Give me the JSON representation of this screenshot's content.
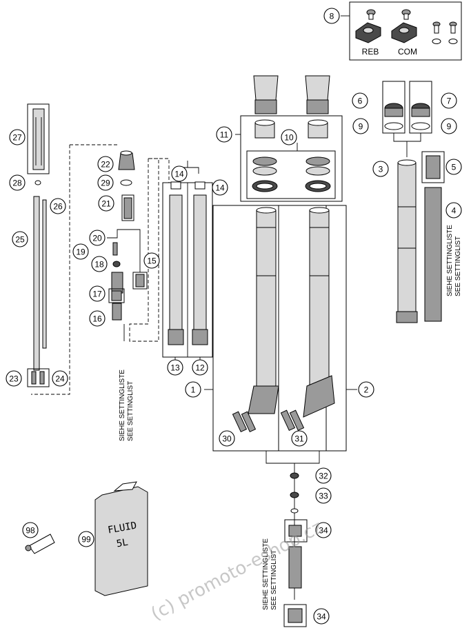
{
  "callouts": [
    "1",
    "2",
    "3",
    "4",
    "5",
    "6",
    "7",
    "8",
    "9",
    "9",
    "10",
    "11",
    "12",
    "13",
    "14",
    "14",
    "15",
    "16",
    "17",
    "18",
    "19",
    "20",
    "21",
    "22",
    "23",
    "24",
    "25",
    "26",
    "27",
    "28",
    "29",
    "30",
    "31",
    "32",
    "33",
    "34",
    "34",
    "98",
    "99"
  ],
  "kit_labels": {
    "reb": "REB",
    "com": "COM"
  },
  "setting_notes": {
    "line1": "SIEHE SETTINGLISTE",
    "line2": "SEE SETTINGLIST"
  },
  "fluid_can": {
    "line1": "FLUID",
    "line2": "5L"
  },
  "watermark": "(c) promoto-eshop.cz"
}
